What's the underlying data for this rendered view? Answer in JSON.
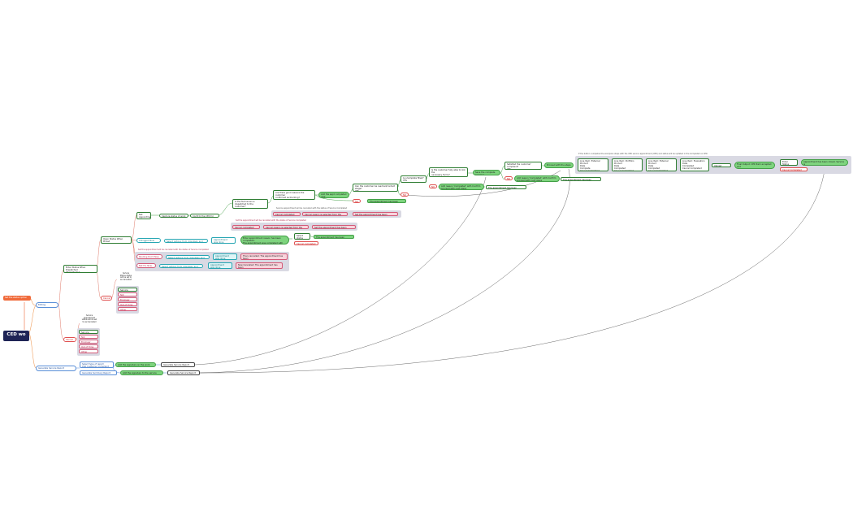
{
  "root": {
    "title": "CED wo"
  },
  "trigger": {
    "label": "Set the status option"
  },
  "branches": {
    "editing": "Editing",
    "generate": "Generate Service Report"
  },
  "editing": {
    "enter_status": "Enter Status When Dispatched\nWork Started",
    "cancel": "Cancel",
    "open_appointment": "Open Status When Picked\nStart Appointment",
    "cancel_inner": "Cancel",
    "not_appointment": "Not Appointment\nfor Now",
    "capture_status": "Capture status of work",
    "confirm_ced": "Confirm the CED for close status",
    "unlogged": "Unlogged Now",
    "select_option_1": "Select options from dropdown and then test",
    "appointment_done": "Appointment\nwas done",
    "enter_msg": "Enter appointment reason has been completed.\nThe appointment was completed with the\nappointment",
    "select_status": "Select status\nCompleted",
    "appt_completed": "The appointment has been completed",
    "completed_1": "Cancel completed",
    "pending": "Pending Don't Now",
    "select_option_2": "Select options from dropdown and then test",
    "appointment_done_2": "Appointment\nwas done",
    "cancelled_msg": "Then cancelled: The appointment has been\ncancel",
    "not_now": "Not For Now",
    "select_option_3": "Select options from dropdown and then test",
    "appointment_done_3": "Appointment\nwas done",
    "cancelled_msg_2": "Now Cancelled: The appointment has been\ncancel",
    "note_1": "Set the appointment will be cancelled with the status of Service Completed",
    "note_2": "Set the appointment will be cancelled with the status of Service Completed",
    "cancel_list_title": "Service\nStatus status\nwill be set to\nas Cancelled",
    "cancel_list": [
      "Service Report",
      "Not Completed",
      "Engineer Canceled",
      "Out of Time",
      "Other"
    ],
    "cancel_list2_title": "Service\nappointment\nstatus will be set\nto as Cancelled",
    "cancel_list2": [
      "Service Report",
      "Not Completed",
      "Engineer Canceled",
      "Out of Time",
      "Other"
    ],
    "q_technician": "Is the Technician is dispatched to the\ncustomer?\nYES",
    "q_plan": "Are there good reasons the customer\nconfirmed as blocking?\nYES",
    "add_complete": "Add the appt completed\nnow",
    "no_1": "NO",
    "completed_appt": "The appointment has been completed",
    "note_cancel": "Service appointment will be cancelled with the status of Service Completed",
    "cancel_completed": "Cancel completed",
    "cancel_reason": "Cancel reason is selected from the drop-down",
    "cancel_appt": "Set the appointment has been cancelled",
    "q_customer": "Can the customer be reached/contact stage?\nYES",
    "q_template": "Is a template filled?\nYES",
    "no_2": "NO",
    "q_complete_cust": "Is the customer fully able to link the\nnecessary forms?\nYES",
    "save_complete": "Save the complete progress",
    "no_3": "NO",
    "add_reason": "Add reason 'Completed' with Confirm\nproceed with next steps",
    "appt_done": "The appointment has been completed",
    "q_satisfied": "Satisfied the customer' complaint?\nYES",
    "proceed": "Proceed with the steps",
    "no_4": "NO",
    "add_reason_2": "Add reason 'Completed' with Confirm\nproceed with next steps",
    "appt_done_2": "The appointment has been completed",
    "group_note": "If the button completes the work/plan steps with the CED service appointment (CED) and status will be updated in the Completed on CED",
    "group_cols": [
      {
        "text": "Line Item: External Product\nDate\nComplete\nCancel Completed"
      },
      {
        "text": "Line Item: Portfolio Product\nDate\nCompleted\nCancel Completed"
      },
      {
        "text": "Line Item: External Product\nDate\nCompleted\nCancel Completed"
      },
      {
        "text": "Line Item: Evaluation\nDate\nCompleted\nCancel Completed"
      }
    ],
    "upload_btn": "Upload Bitmap",
    "final_green": "Final Output: CED Item accepted and\nupdated",
    "enter_status_final": "Enter Status\nCompleted",
    "final_note": "Appointment has been closed, Service is\nstill completed",
    "cancel_completed_2": "Cancel Completed"
  },
  "generate": {
    "select_type": "Select type of report\nCSA Customer Complaint",
    "generate_summary": "Generate Summary Report",
    "sign_1": "Add the signature on the work flow report",
    "generate_sr_1": "Generate Service Report",
    "sign_2": "Add the signature to the service report",
    "generate_sr_2": "Generate Service Report"
  }
}
